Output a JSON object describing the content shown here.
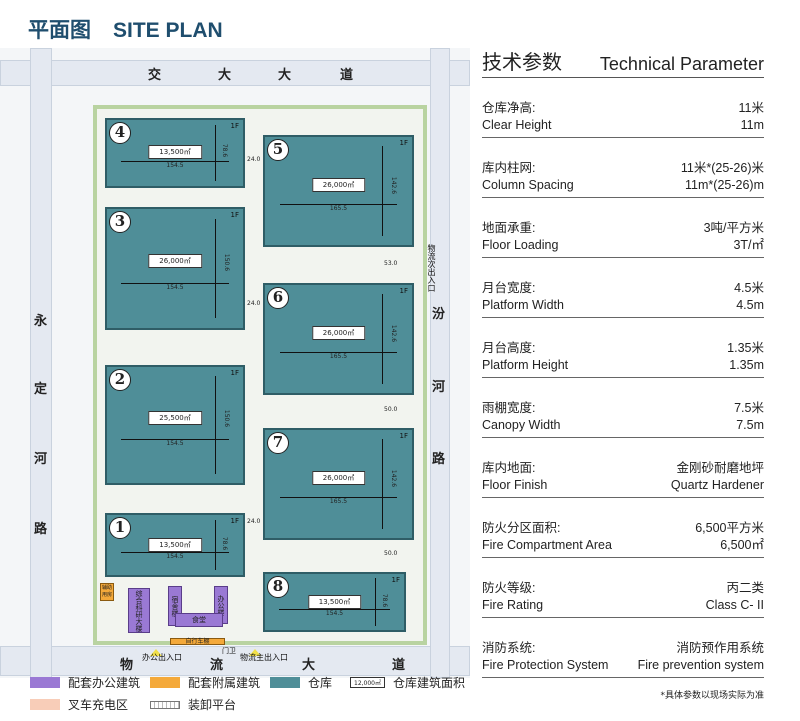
{
  "title": {
    "cn": "平面图",
    "en": "SITE PLAN"
  },
  "roads": {
    "top": [
      "交",
      "大",
      "大",
      "道"
    ],
    "bottom": [
      "物",
      "流",
      "大",
      "道"
    ],
    "left": [
      "永",
      "定",
      "河",
      "路"
    ],
    "right": [
      "汾",
      "河",
      "路"
    ]
  },
  "warehouses": [
    {
      "num": "4",
      "area": "13,500㎡",
      "width": "154.5",
      "height": "78.6",
      "floor": "1F"
    },
    {
      "num": "3",
      "area": "26,000㎡",
      "width": "154.5",
      "height": "150.6",
      "floor": "1F"
    },
    {
      "num": "2",
      "area": "25,500㎡",
      "width": "154.5",
      "height": "150.6",
      "floor": "1F"
    },
    {
      "num": "1",
      "area": "13,500㎡",
      "width": "154.5",
      "height": "78.6",
      "floor": "1F"
    },
    {
      "num": "5",
      "area": "26,000㎡",
      "width": "165.5",
      "height": "142.6",
      "floor": "1F"
    },
    {
      "num": "6",
      "area": "26,000㎡",
      "width": "165.5",
      "height": "142.6",
      "floor": "1F"
    },
    {
      "num": "7",
      "area": "26,000㎡",
      "width": "165.5",
      "height": "142.6",
      "floor": "1F"
    },
    {
      "num": "8",
      "area": "13,500㎡",
      "width": "154.5",
      "height": "78.6",
      "floor": "1F"
    }
  ],
  "distances": {
    "d1": "24.0",
    "d2": "24.0",
    "d3": "24.0",
    "g1": "53.0",
    "g2": "50.0",
    "g3": "50.0"
  },
  "buildings": {
    "aux": "辅助用房",
    "research": "综合科研大楼",
    "dorm": "宿舍楼",
    "office": "办公楼",
    "canteen": "食堂",
    "bike": "自行车棚",
    "guard": "门卫"
  },
  "gates": {
    "office": "办公出入口",
    "main": "物流主出入口",
    "secondary": "物流次出入口"
  },
  "legend": [
    {
      "label": "配套办公建筑",
      "color": "#9a79d4"
    },
    {
      "label": "配套附属建筑",
      "color": "#f4a93a"
    },
    {
      "label": "仓库",
      "color": "#4f8e98"
    },
    {
      "label": "仓库建筑面积",
      "sample": "12,000㎡"
    },
    {
      "label": "叉车充电区",
      "color": "#f8cdb8"
    },
    {
      "label": "装卸平台"
    }
  ],
  "panel": {
    "title_cn": "技术参数",
    "title_en": "Technical Parameter",
    "params": [
      {
        "cn": "仓库净高:",
        "cn_val": "11米",
        "en": "Clear Height",
        "en_val": "11m"
      },
      {
        "cn": "库内柱网:",
        "cn_val": "11米*(25-26)米",
        "en": "Column Spacing",
        "en_val": "11m*(25-26)m"
      },
      {
        "cn": "地面承重:",
        "cn_val": "3吨/平方米",
        "en": "Floor Loading",
        "en_val": "3T/㎡"
      },
      {
        "cn": "月台宽度:",
        "cn_val": "4.5米",
        "en": "Platform Width",
        "en_val": "4.5m"
      },
      {
        "cn": "月台高度:",
        "cn_val": "1.35米",
        "en": "Platform Height",
        "en_val": "1.35m"
      },
      {
        "cn": "雨棚宽度:",
        "cn_val": "7.5米",
        "en": "Canopy Width",
        "en_val": "7.5m"
      },
      {
        "cn": "库内地面:",
        "cn_val": "金刚砂耐磨地坪",
        "en": "Floor Finish",
        "en_val": "Quartz Hardener"
      },
      {
        "cn": "防火分区面积:",
        "cn_val": "6,500平方米",
        "en": "Fire Compartment Area",
        "en_val": "6,500㎡"
      },
      {
        "cn": "防火等级:",
        "cn_val": "丙二类",
        "en": "Fire Rating",
        "en_val": "Class C- II"
      },
      {
        "cn": "消防系统:",
        "cn_val": "消防预作用系统",
        "en": "Fire Protection System",
        "en_val": "Fire prevention system"
      }
    ],
    "note": "*具体参数以现场实际为准"
  }
}
